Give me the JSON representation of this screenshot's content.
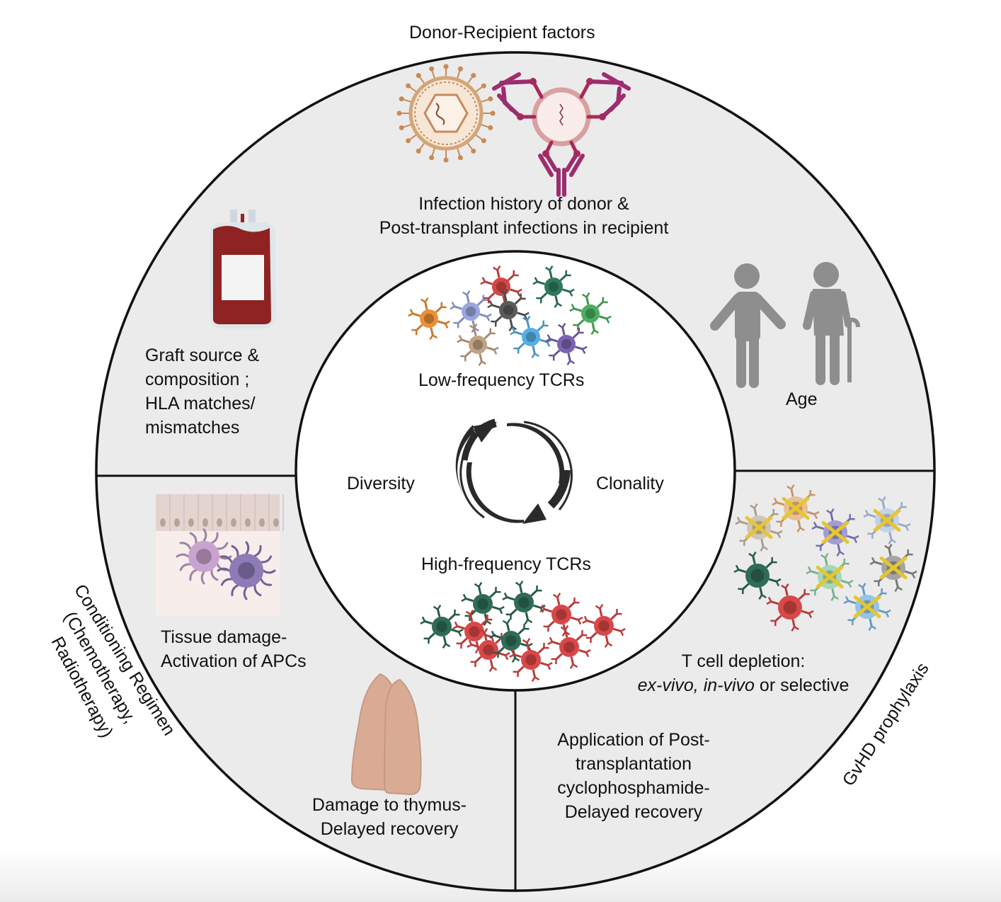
{
  "title": "Donor-Recipient factors",
  "outer_ring": {
    "fill_color": "#ebebeb",
    "segments": [
      {
        "name": "donor-recipient",
        "items": [
          {
            "icon": "virus-icon",
            "label_lines": [
              "Infection history of donor &",
              "Post-transplant infections in recipient"
            ]
          },
          {
            "icon": "blood-bag-icon",
            "label_lines": [
              "Graft source &",
              "composition ;",
              "HLA matches/",
              "mismatches"
            ]
          },
          {
            "icon": "age-people-icon",
            "label_lines": [
              "Age"
            ]
          }
        ]
      },
      {
        "name": "conditioning",
        "side_label_lines": [
          "Conditioning Regimen",
          "(Chemotherapy,",
          "Radiotherapy)"
        ],
        "items": [
          {
            "icon": "tissue-apc-icon",
            "label_lines": [
              "Tissue damage-",
              "Activation of APCs"
            ]
          },
          {
            "icon": "thymus-icon",
            "label_lines": [
              "Damage to thymus-",
              "Delayed recovery"
            ]
          }
        ]
      },
      {
        "name": "gvhd-prophylaxis",
        "side_label": "GvHD prophylaxis",
        "items": [
          {
            "icon": "depleted-t-cells-icon",
            "label_line1": "T cell depletion:",
            "label_line2_italic_a": "ex-vivo,",
            "label_line2_italic_b": "in-vivo",
            "label_line2_rest": "or selective"
          },
          {
            "icon": "",
            "label_lines": [
              "Application of Post-",
              "transplantation",
              "cyclophosphamide-",
              "Delayed recovery"
            ]
          }
        ]
      }
    ]
  },
  "inner_circle": {
    "top_label": "Low-frequency TCRs",
    "bottom_label": "High-frequency TCRs",
    "left_label": "Diversity",
    "right_label": "Clonality",
    "low_freq_cell_colors": [
      "#e8903a",
      "#9aa6dc",
      "#d64545",
      "#5b5b5b",
      "#2e7a5c",
      "#4cae5e",
      "#c2a384",
      "#55aee6",
      "#7a64b4"
    ],
    "high_freq_cell_colors": [
      "#2f6b55",
      "#d94747"
    ]
  },
  "depletion_cells": {
    "crossed_colors": [
      "#c9b6a6",
      "#e8b07a",
      "#8a82cc",
      "#b6c8e8",
      "#8fd0a8",
      "#8c8c8c",
      "#7ab6e4"
    ],
    "surviving_colors": [
      "#2f6b55",
      "#d94747"
    ],
    "cross_color": "#e6c62e"
  }
}
